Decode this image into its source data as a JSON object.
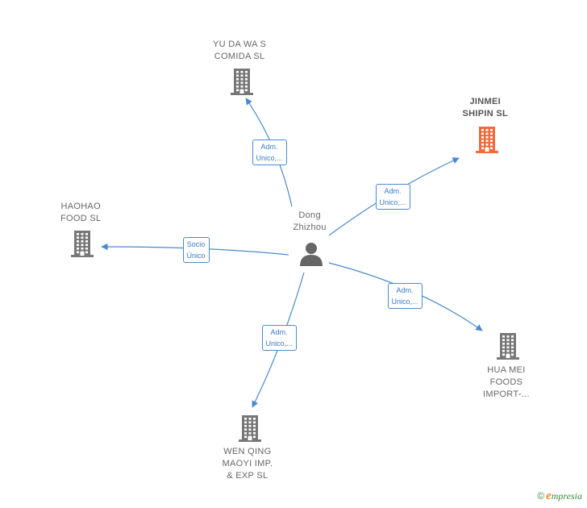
{
  "center": {
    "name_lines": [
      "Dong",
      "Zhizhou"
    ],
    "icon": "person-icon"
  },
  "nodes": [
    {
      "id": "yudawas",
      "lines": [
        "YU DA WA S",
        "COMIDA  SL"
      ],
      "icon": "building-icon",
      "color": "#777777"
    },
    {
      "id": "jinmei",
      "lines": [
        "JINMEI",
        "SHIPIN  SL"
      ],
      "icon": "building-icon",
      "color": "#f26a3b"
    },
    {
      "id": "haohao",
      "lines": [
        "HAOHAO",
        "FOOD  SL"
      ],
      "icon": "building-icon",
      "color": "#777777"
    },
    {
      "id": "huamei",
      "lines": [
        "HUA MEI",
        "FOODS",
        "IMPORT-..."
      ],
      "icon": "building-icon",
      "color": "#777777"
    },
    {
      "id": "wenqing",
      "lines": [
        "WEN QING",
        "MAOYI IMP.",
        "& EXP SL"
      ],
      "icon": "building-icon",
      "color": "#777777"
    }
  ],
  "edges": [
    {
      "to": "yudawas",
      "label": [
        "Adm.",
        "Unico,..."
      ]
    },
    {
      "to": "jinmei",
      "label": [
        "Adm.",
        "Unico,..."
      ]
    },
    {
      "to": "haohao",
      "label": [
        "Socio",
        "Único"
      ]
    },
    {
      "to": "huamei",
      "label": [
        "Adm.",
        "Unico,..."
      ]
    },
    {
      "to": "wenqing",
      "label": [
        "Adm.",
        "Unico,..."
      ]
    }
  ],
  "colors": {
    "edge": "#4a89d2",
    "building_default": "#777777",
    "building_highlight": "#f26a3b",
    "person": "#666666"
  },
  "brand": {
    "copyright": "©",
    "initial": "e",
    "name": "mpresia"
  }
}
